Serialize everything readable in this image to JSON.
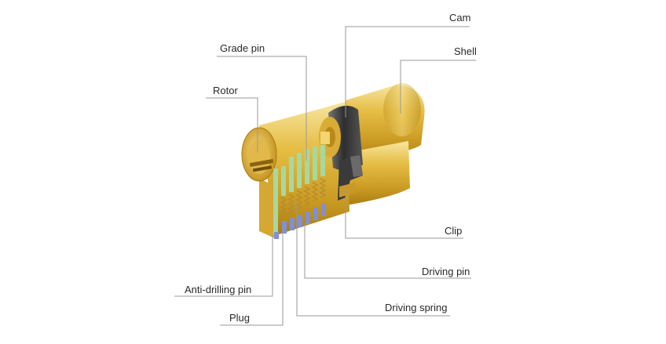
{
  "labels": {
    "cam": "Cam",
    "shell": "Shell",
    "grade_pin": "Grade pin",
    "rotor": "Rotor",
    "clip": "Clip",
    "driving_pin": "Driving pin",
    "anti_drilling_pin": "Anti-drilling pin",
    "driving_spring": "Driving spring",
    "plug": "Plug"
  },
  "colors": {
    "brass": "#e0b43c",
    "brass_dark": "#a87c12",
    "brass_light": "#f6df8a",
    "pin_green": "#a6d9a0",
    "pin_blue": "#7f90d8",
    "cam_ring": "#3c3c3c",
    "leader_line": "#9a9a9a",
    "label_text": "#2a2a2a"
  }
}
